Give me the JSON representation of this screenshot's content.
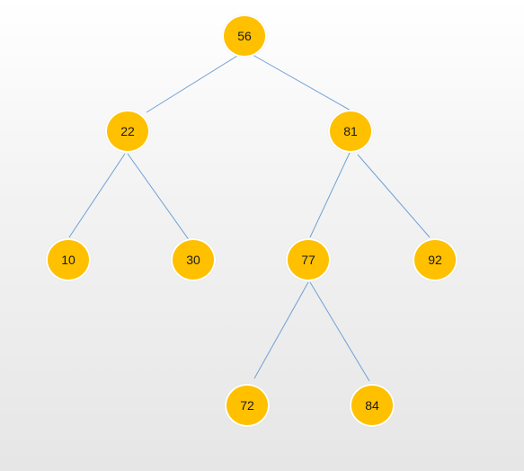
{
  "colors": {
    "node_fill": "#FFC000",
    "node_border": "#FFFFFF",
    "edge": "#6FA0D4"
  },
  "tree": {
    "nodes": [
      {
        "id": "n56",
        "label": "56"
      },
      {
        "id": "n22",
        "label": "22"
      },
      {
        "id": "n81",
        "label": "81"
      },
      {
        "id": "n10",
        "label": "10"
      },
      {
        "id": "n30",
        "label": "30"
      },
      {
        "id": "n77",
        "label": "77"
      },
      {
        "id": "n92",
        "label": "92"
      },
      {
        "id": "n72",
        "label": "72"
      },
      {
        "id": "n84",
        "label": "84"
      }
    ],
    "edges": [
      {
        "from": "n56",
        "to": "n22"
      },
      {
        "from": "n56",
        "to": "n81"
      },
      {
        "from": "n22",
        "to": "n10"
      },
      {
        "from": "n22",
        "to": "n30"
      },
      {
        "from": "n81",
        "to": "n77"
      },
      {
        "from": "n81",
        "to": "n92"
      },
      {
        "from": "n77",
        "to": "n72"
      },
      {
        "from": "n77",
        "to": "n84"
      }
    ]
  }
}
